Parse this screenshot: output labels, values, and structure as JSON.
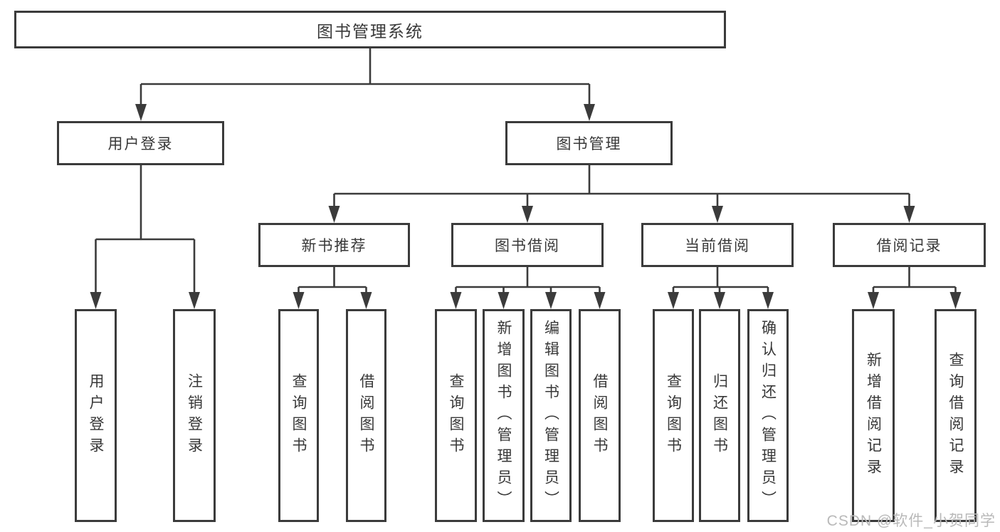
{
  "tree": {
    "label": "图书管理系统",
    "children": [
      {
        "label": "用户登录",
        "children": [
          {
            "label": "用户登录"
          },
          {
            "label": "注销登录"
          }
        ]
      },
      {
        "label": "图书管理",
        "children": [
          {
            "label": "新书推荐",
            "children": [
              {
                "label": "查询图书"
              },
              {
                "label": "借阅图书"
              }
            ]
          },
          {
            "label": "图书借阅",
            "children": [
              {
                "label": "查询图书"
              },
              {
                "label": "新增图书（管理员）"
              },
              {
                "label": "编辑图书（管理员）"
              },
              {
                "label": "借阅图书"
              }
            ]
          },
          {
            "label": "当前借阅",
            "children": [
              {
                "label": "查询图书"
              },
              {
                "label": "归还图书"
              },
              {
                "label": "确认归还（管理员）"
              }
            ]
          },
          {
            "label": "借阅记录",
            "children": [
              {
                "label": "新增借阅记录"
              },
              {
                "label": "查询借阅记录"
              }
            ]
          }
        ]
      }
    ]
  },
  "watermark": "CSDN @软件_小贺同学",
  "colors": {
    "line": "#3b3b3b",
    "box_border": "#3b3b3b",
    "text": "#383838",
    "watermark": "#b9b9b9",
    "background": "#ffffff"
  }
}
